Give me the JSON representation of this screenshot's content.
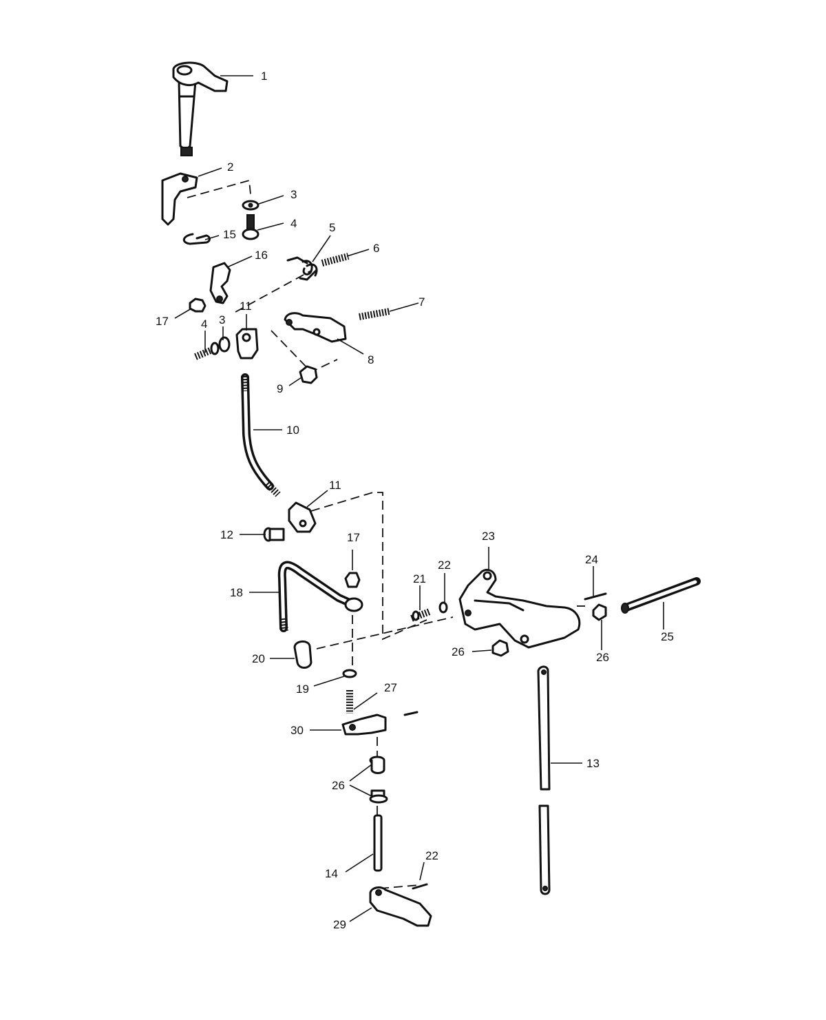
{
  "callouts": [
    {
      "id": "c1",
      "text": "1"
    },
    {
      "id": "c2",
      "text": "2"
    },
    {
      "id": "c3a",
      "text": "3"
    },
    {
      "id": "c4a",
      "text": "4"
    },
    {
      "id": "c15",
      "text": "15"
    },
    {
      "id": "c5",
      "text": "5"
    },
    {
      "id": "c6",
      "text": "6"
    },
    {
      "id": "c16",
      "text": "16"
    },
    {
      "id": "c17a",
      "text": "17"
    },
    {
      "id": "c4b",
      "text": "4"
    },
    {
      "id": "c3b",
      "text": "3"
    },
    {
      "id": "c11a",
      "text": "11"
    },
    {
      "id": "c7",
      "text": "7"
    },
    {
      "id": "c8",
      "text": "8"
    },
    {
      "id": "c9",
      "text": "9"
    },
    {
      "id": "c10",
      "text": "10"
    },
    {
      "id": "c11b",
      "text": "11"
    },
    {
      "id": "c12",
      "text": "12"
    },
    {
      "id": "c17b",
      "text": "17"
    },
    {
      "id": "c23",
      "text": "23"
    },
    {
      "id": "c24",
      "text": "24"
    },
    {
      "id": "c22a",
      "text": "22"
    },
    {
      "id": "c21",
      "text": "21"
    },
    {
      "id": "c18",
      "text": "18"
    },
    {
      "id": "c25",
      "text": "25"
    },
    {
      "id": "c26a",
      "text": "26"
    },
    {
      "id": "c26b",
      "text": "26"
    },
    {
      "id": "c20",
      "text": "20"
    },
    {
      "id": "c19",
      "text": "19"
    },
    {
      "id": "c27",
      "text": "27"
    },
    {
      "id": "c30",
      "text": "30"
    },
    {
      "id": "c13",
      "text": "13"
    },
    {
      "id": "c26c",
      "text": "26"
    },
    {
      "id": "c22b",
      "text": "22"
    },
    {
      "id": "c14",
      "text": "14"
    },
    {
      "id": "c29",
      "text": "29"
    }
  ]
}
